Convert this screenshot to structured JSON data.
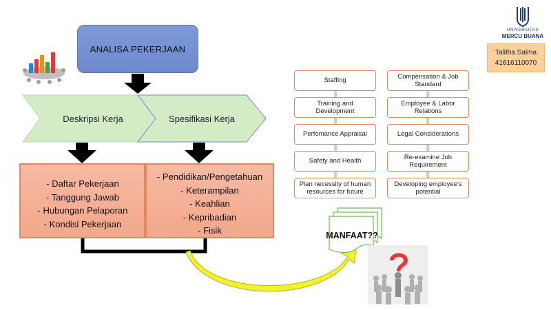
{
  "top_box": {
    "label": "ANALISA PEKERJAAN"
  },
  "chevrons": [
    {
      "label": "Deskripsi Kerja"
    },
    {
      "label": "Spesifikasi Kerja"
    }
  ],
  "left_box": {
    "items": [
      "-   Daftar Pekerjaan",
      "-   Tanggung Jawab",
      "-   Hubungan Pelaporan",
      "-   Kondisi Pekerjaan"
    ]
  },
  "right_box": {
    "items": [
      "-   Pendidikan/Pengetahuan",
      "-   Keterampilan",
      "-   Keahlian",
      "-   Kepribadian",
      "-   Fisik"
    ]
  },
  "benefits": {
    "left": [
      "Staffing",
      "Training and Development",
      "Perfomance Appraisal",
      "Safety and Health",
      "Plan necessity of human resources for future"
    ],
    "right": [
      "Compensation  & Job Standard",
      "Employee & Labor Relations",
      "Legal Considerations",
      "Re-examine Job Requirement",
      "Developing employee's potential"
    ]
  },
  "manfaat": {
    "label": "MANFAAT??"
  },
  "logo": {
    "line1": "UNIVERSITAS",
    "line2": "MERCU BUANA"
  },
  "author": {
    "name": "Talitha Salma",
    "id": "41616110070"
  },
  "colors": {
    "top_box": "#7f9ad6",
    "chevron": "#d3ecc5",
    "lower_box": "#f4b09a",
    "pill_border": "#e2895f",
    "name_card": "#fbd09a",
    "arrow": "#f2f233"
  }
}
